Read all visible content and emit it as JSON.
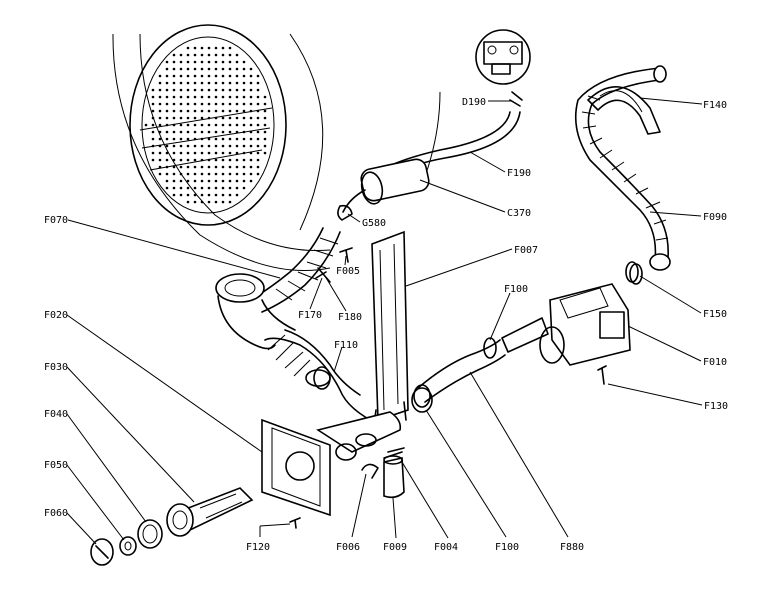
{
  "labels": {
    "D190": "D190",
    "F140": "F140",
    "F190": "F190",
    "C370": "C370",
    "G580": "G580",
    "F090": "F090",
    "F070": "F070",
    "F005": "F005",
    "F007": "F007",
    "F170": "F170",
    "F180": "F180",
    "F100a": "F100",
    "F150": "F150",
    "F020": "F020",
    "F110": "F110",
    "F010": "F010",
    "F030": "F030",
    "F130": "F130",
    "F040": "F040",
    "F050": "F050",
    "F060": "F060",
    "F120": "F120",
    "F006": "F006",
    "F009": "F009",
    "F004": "F004",
    "F100b": "F100",
    "F880": "F880"
  }
}
